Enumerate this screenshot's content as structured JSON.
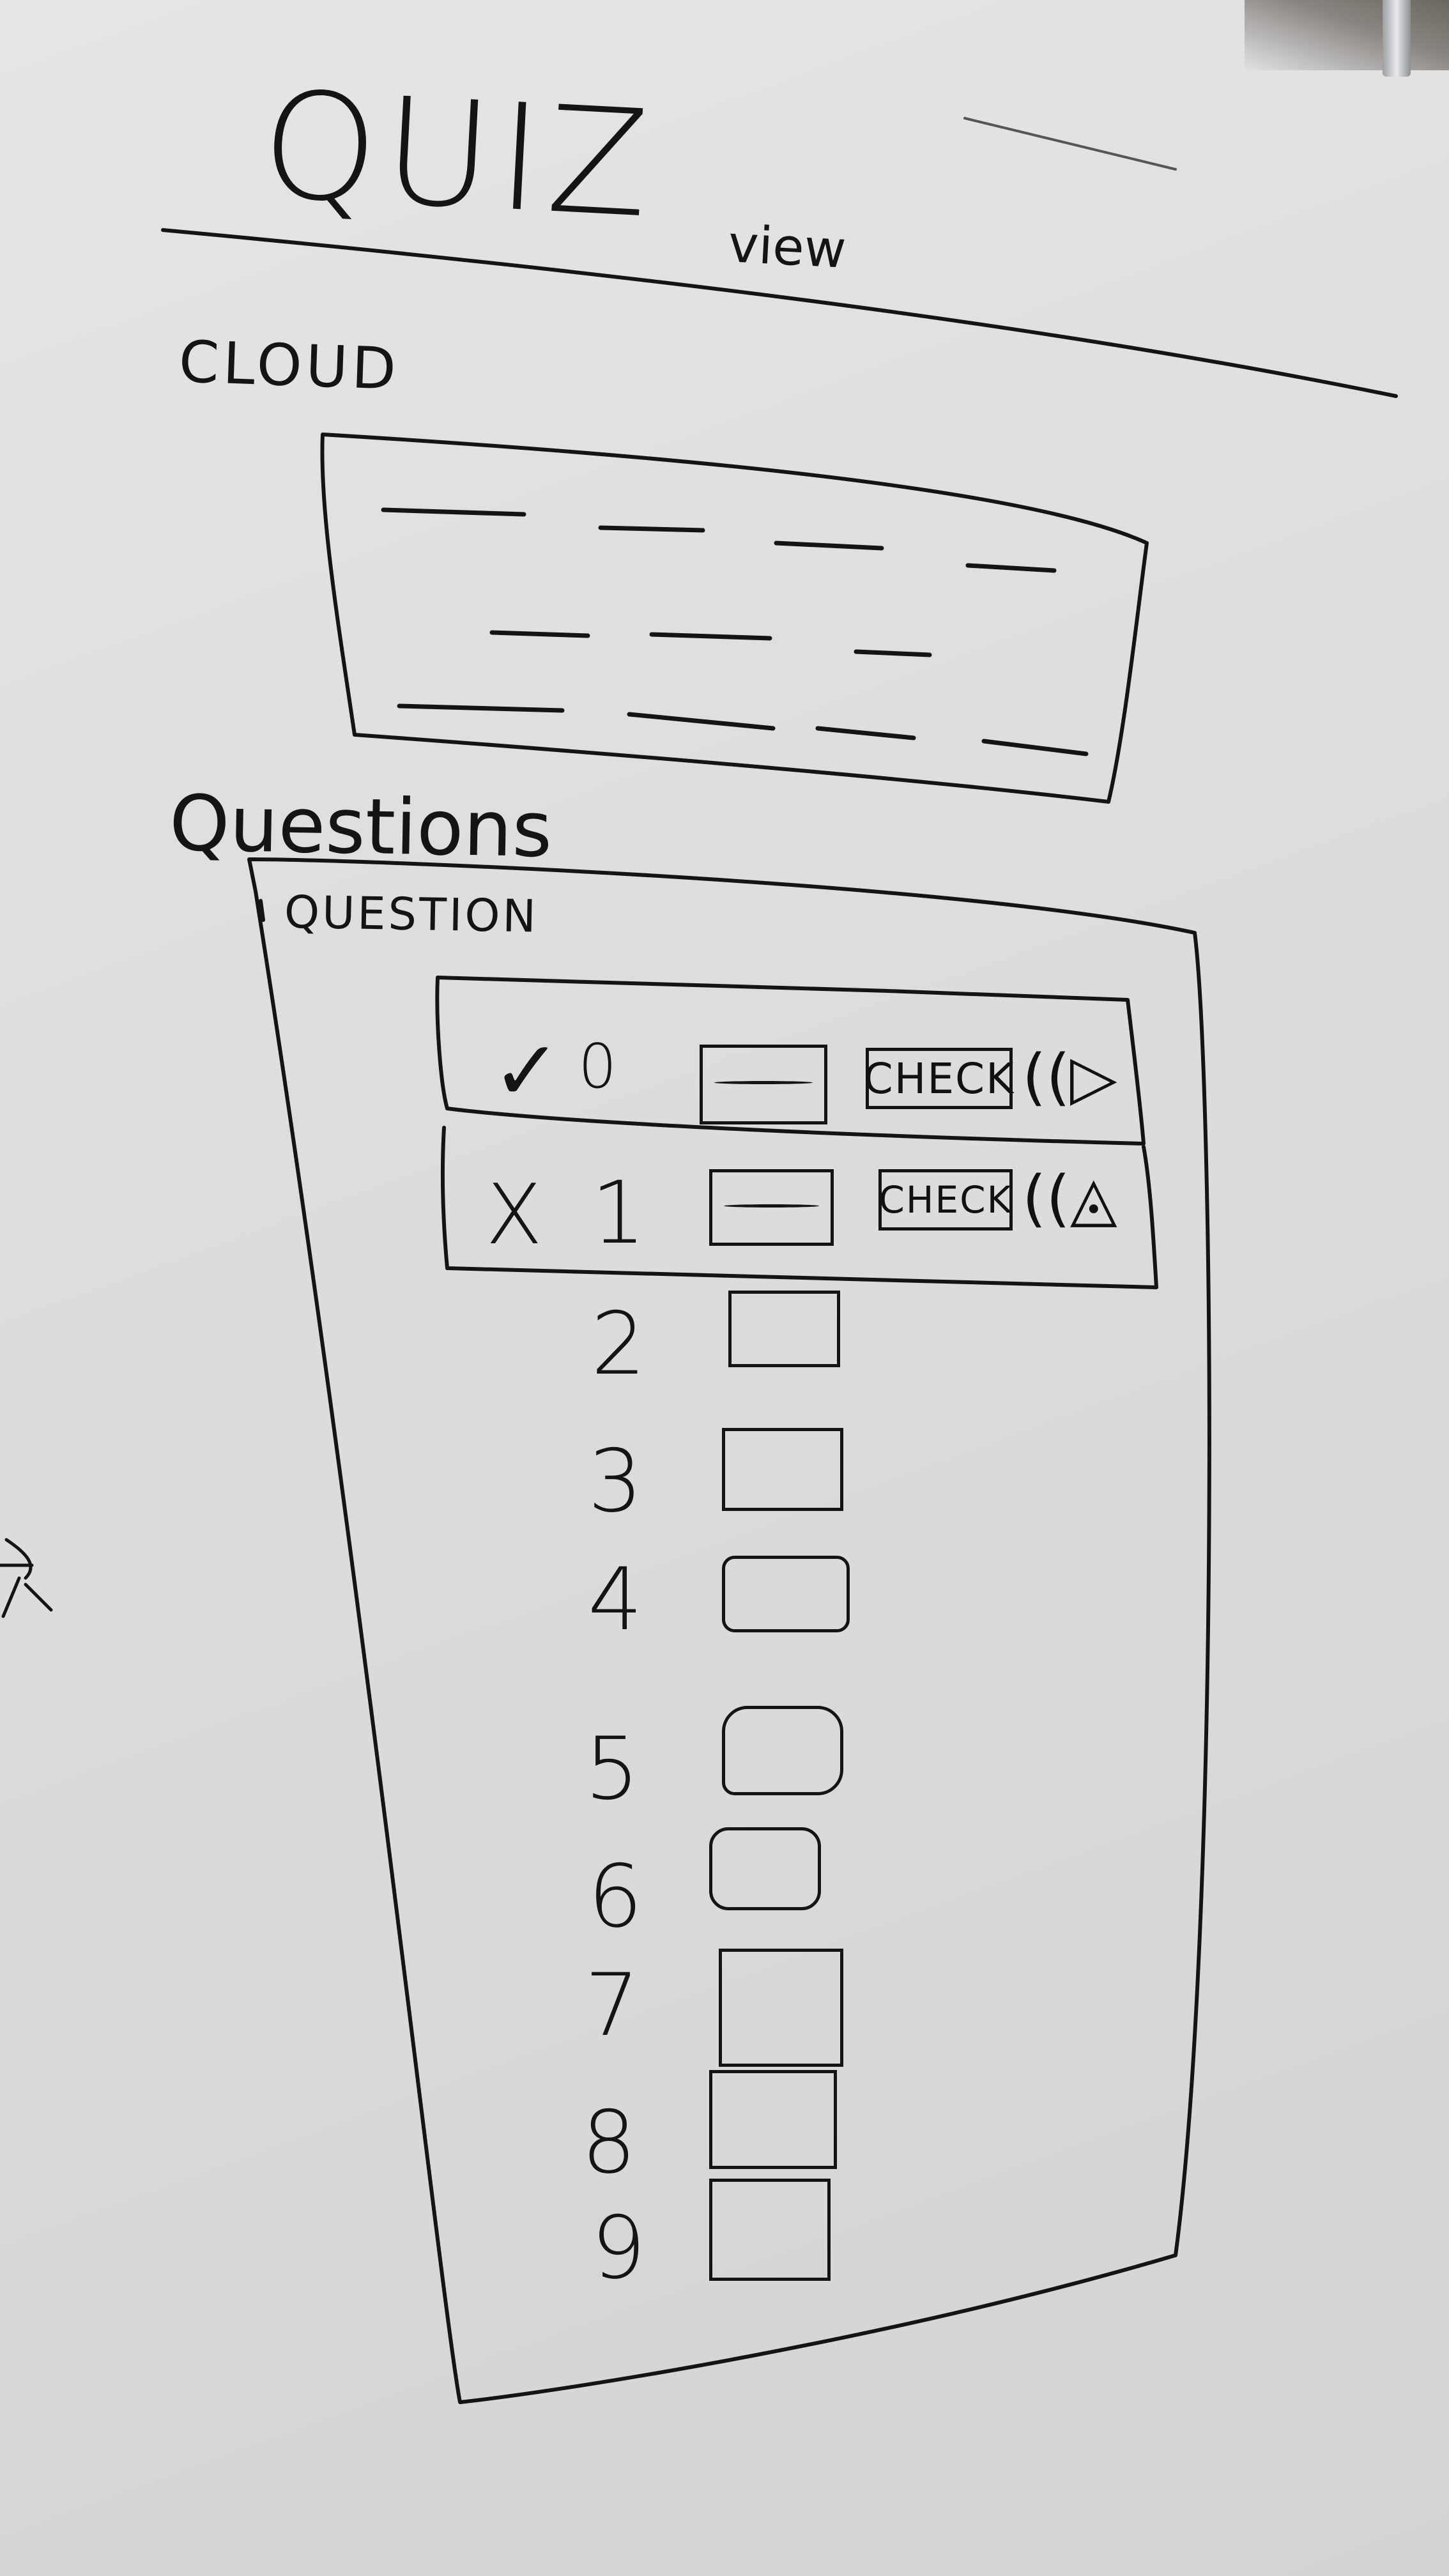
{
  "title": "QUIZ",
  "subtitle": "view",
  "cloud": {
    "label": "CLOUD"
  },
  "questions_section": {
    "label": "Questions",
    "card_label": "QUESTION",
    "rows": [
      {
        "number": "0",
        "mark": "✓",
        "check_label": "CHECK",
        "speaker_icon": "speaker-icon"
      },
      {
        "number": "1",
        "mark": "X",
        "check_label": "CHECK",
        "speaker_icon": "speaker-icon"
      },
      {
        "number": "2"
      },
      {
        "number": "3"
      },
      {
        "number": "4"
      },
      {
        "number": "5"
      },
      {
        "number": "6"
      },
      {
        "number": "7"
      },
      {
        "number": "8"
      },
      {
        "number": "9"
      }
    ]
  }
}
